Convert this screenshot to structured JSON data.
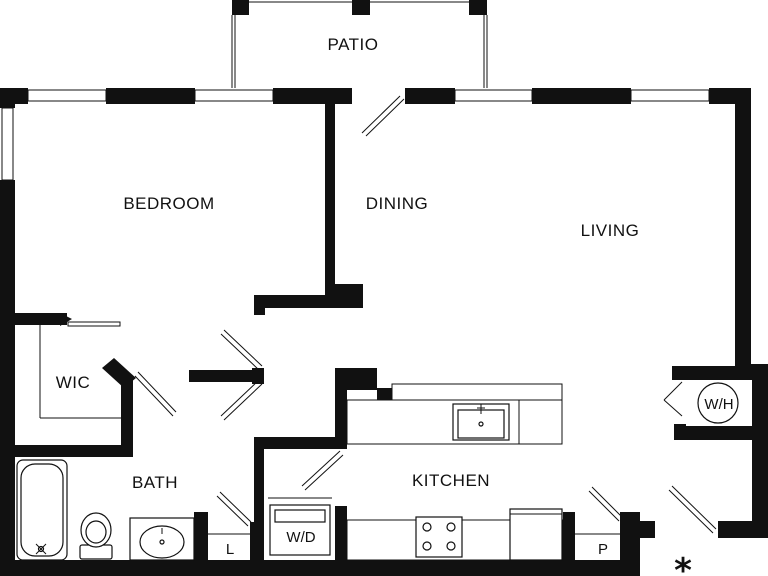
{
  "rooms": {
    "patio": "PATIO",
    "bedroom": "BEDROOM",
    "dining": "DINING",
    "living": "LIVING",
    "wic": "WIC",
    "bath": "BATH",
    "kitchen": "KITCHEN",
    "water_heater": "W/H",
    "washer_dryer": "W/D",
    "linen": "L",
    "pantry": "P"
  },
  "marker": "*"
}
